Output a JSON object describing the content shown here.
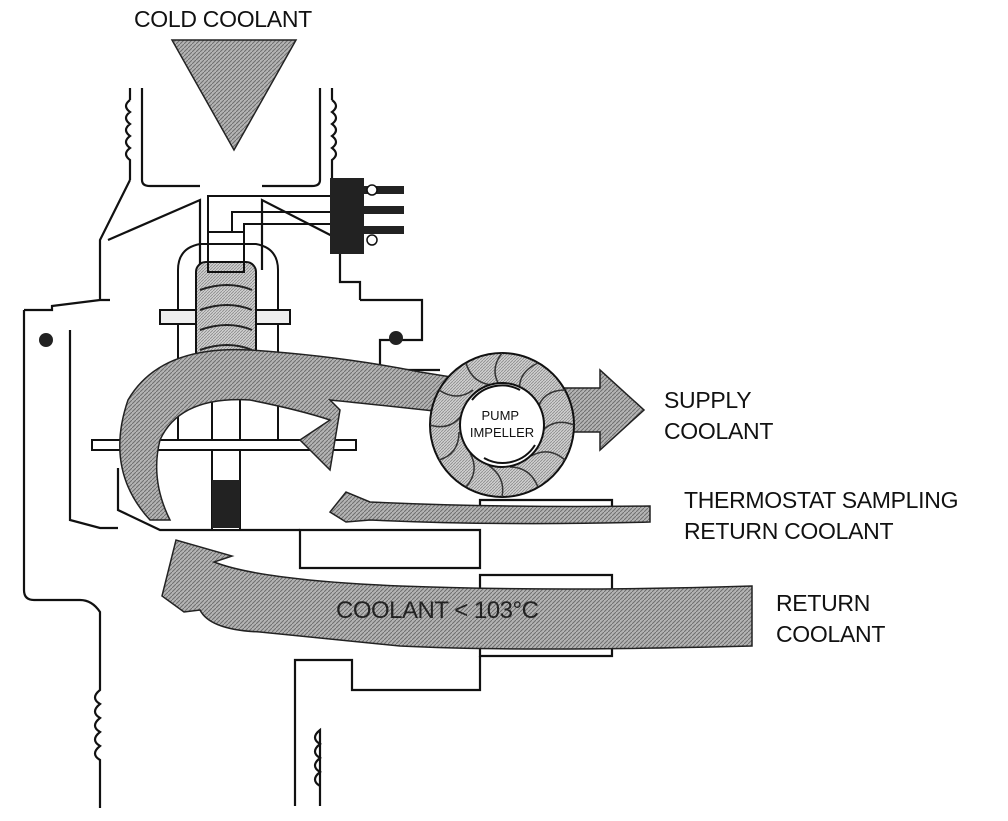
{
  "labels": {
    "cold_coolant": "COLD COOLANT",
    "supply_coolant": [
      "SUPPLY",
      "COOLANT"
    ],
    "thermostat_sampling": [
      "THERMOSTAT SAMPLING",
      "RETURN COOLANT"
    ],
    "return_coolant": [
      "RETURN",
      "COOLANT"
    ]
  },
  "pump_impeller": [
    "PUMP",
    "IMPELLER"
  ],
  "flow_text": "COOLANT < 103°C",
  "colors": {
    "line": "#111111",
    "flow_fill": "#9a9a9a",
    "background": "#ffffff"
  }
}
